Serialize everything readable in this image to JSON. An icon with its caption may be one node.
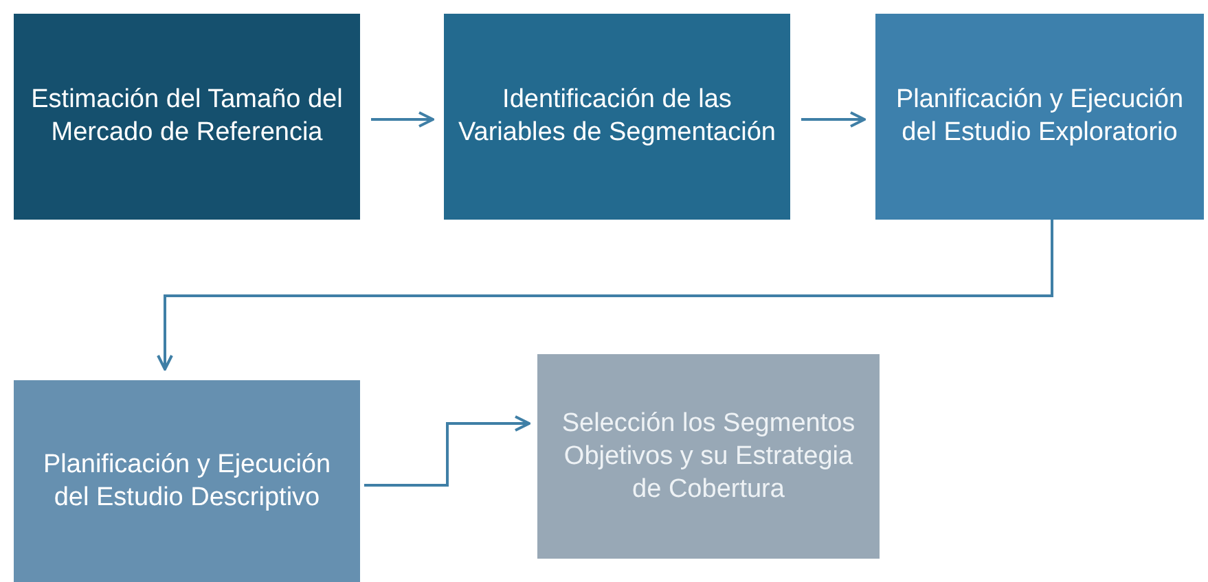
{
  "diagram": {
    "nodes": [
      {
        "text": [
          "Estimación del Tamaño del Mercado de Referencia"
        ]
      },
      {
        "text": [
          "Identificación de las Variables de Segmentación"
        ]
      },
      {
        "text": [
          "Planificación y Ejecución del Estudio Exploratorio"
        ]
      },
      {
        "text": [
          "Planificación y Ejecución del Estudio Descriptivo"
        ]
      },
      {
        "text": [
          "Selección los Segmentos Objetivos y su Estrategia de Cobertura"
        ]
      }
    ],
    "edges": [
      {
        "from": 0,
        "to": 1,
        "arrow": "to"
      },
      {
        "from": 1,
        "to": 2,
        "arrow": "to"
      },
      {
        "from": 2,
        "to": 3,
        "arrow": "to"
      },
      {
        "from": 3,
        "to": 4,
        "arrow": "to"
      }
    ]
  }
}
